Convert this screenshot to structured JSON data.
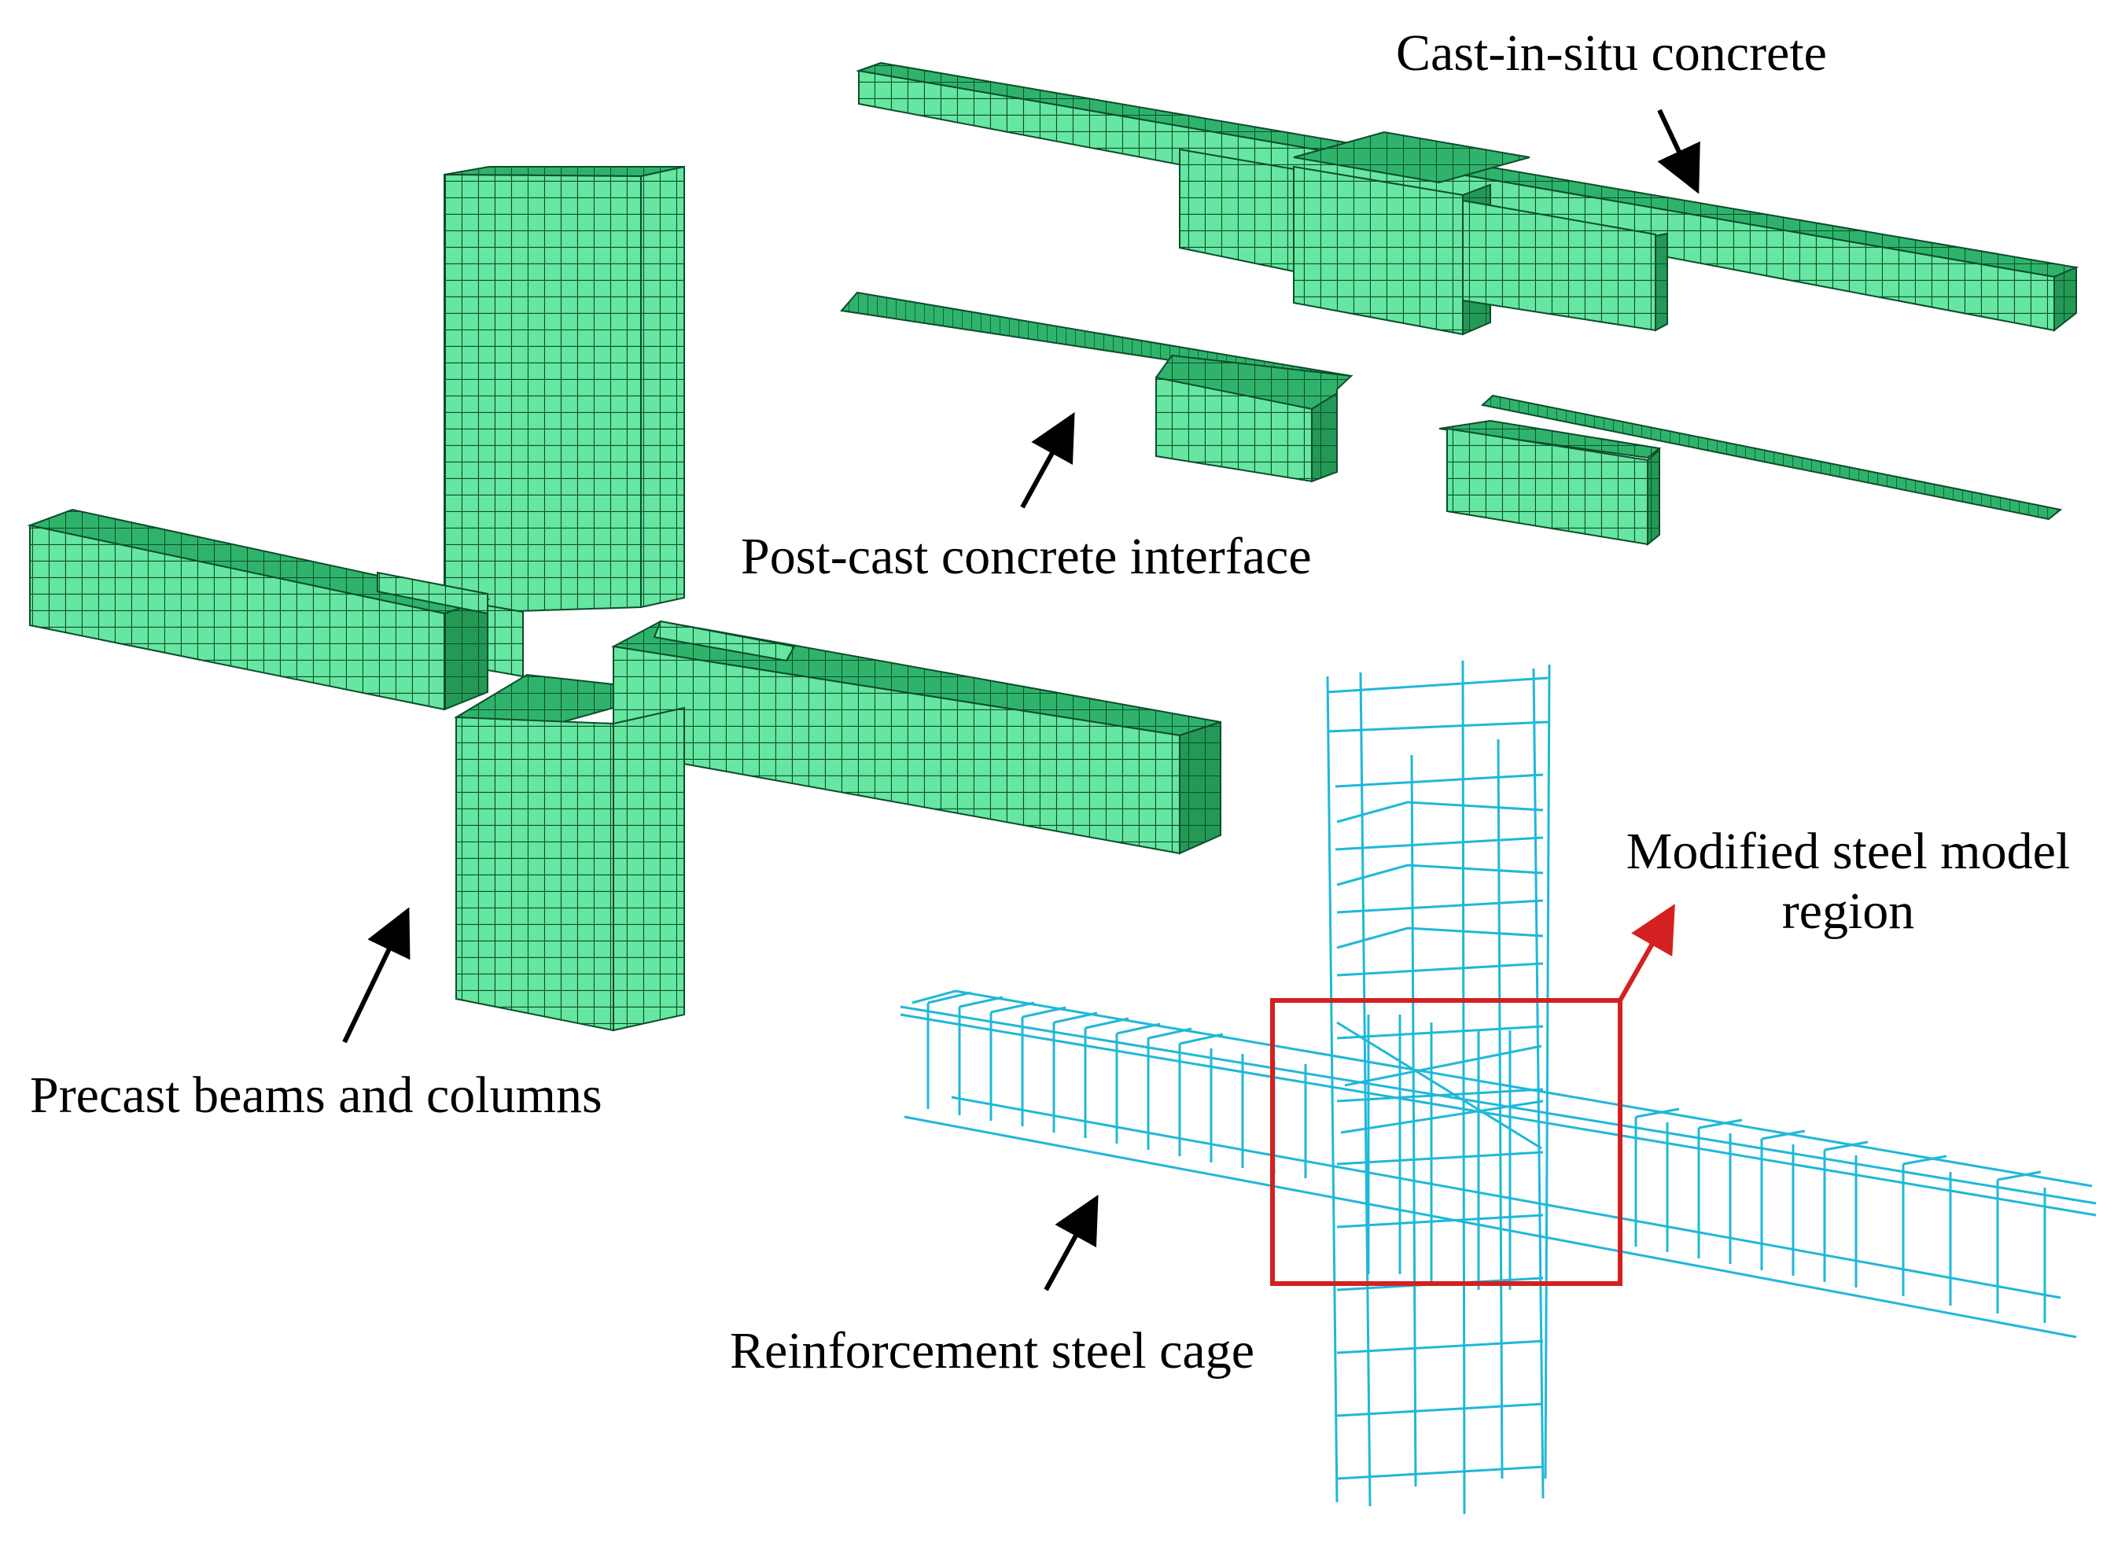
{
  "labels": {
    "cast_in_situ": "Cast-in-situ concrete",
    "post_cast": "Post-cast concrete interface",
    "precast": "Precast beams and columns",
    "modified_line1": "Modified steel model",
    "modified_line2": "region",
    "rebar_cage": "Reinforcement steel cage"
  },
  "colors": {
    "concrete_front": "#66e6a0",
    "concrete_top": "#2fb36b",
    "concrete_side": "#1f8a4d",
    "mesh_line": "#0b4d2b",
    "rebar": "#1fb8d8",
    "highlight_box": "#d42020",
    "arrow": "#000000"
  }
}
